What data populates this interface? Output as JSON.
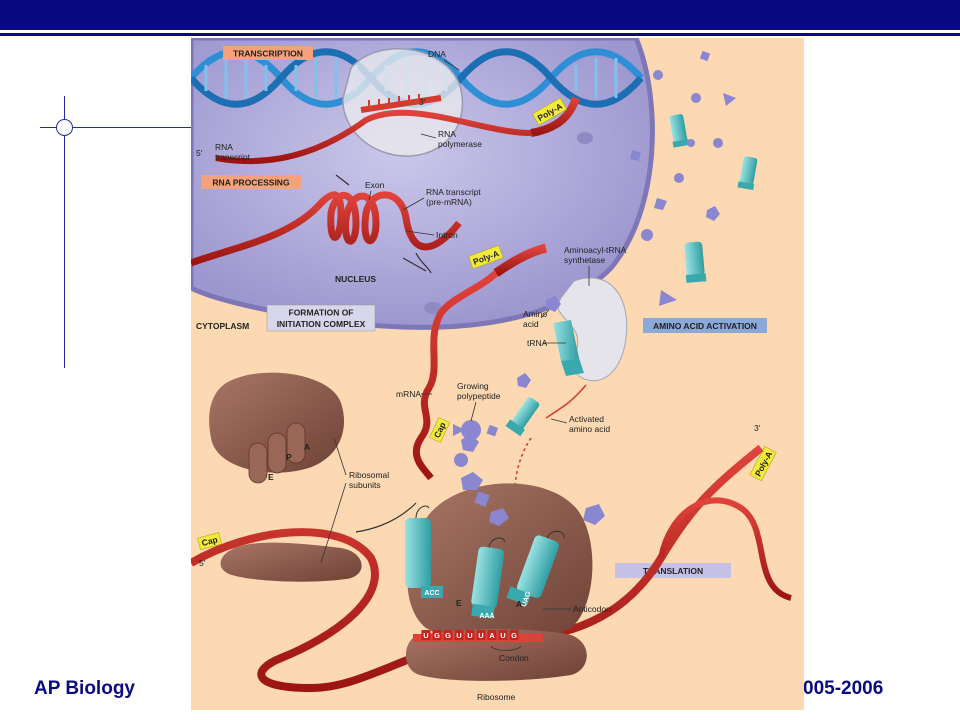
{
  "footer": {
    "left": "AP Biology",
    "right": "005-2006"
  },
  "diagram": {
    "section_labels": {
      "transcription": "TRANSCRIPTION",
      "rna_processing": "RNA PROCESSING",
      "formation_1": "FORMATION OF",
      "formation_2": "INITIATION COMPLEX",
      "amino_acid_activation": "AMINO ACID ACTIVATION",
      "translation": "TRANSLATION"
    },
    "labels": {
      "dna": "DNA",
      "three_prime_dna": "3′",
      "five_prime_top": "5′",
      "rna_transcript_1": "RNA",
      "rna_transcript_2": "transcript",
      "rna_polymerase_1": "RNA",
      "rna_polymerase_2": "polymerase",
      "exon": "Exon",
      "pre_mrna_1": "RNA transcript",
      "pre_mrna_2": "(pre-mRNA)",
      "intron": "Intron",
      "nucleus": "NUCLEUS",
      "cytoplasm": "CYTOPLASM",
      "synthetase_1": "Aminoacyl-tRNA",
      "synthetase_2": "synthetase",
      "amino_1": "Amino",
      "amino_2": "acid",
      "trna": "tRNA",
      "mrna": "mRNA",
      "growing_1": "Growing",
      "growing_2": "polypeptide",
      "activated_1": "Activated",
      "activated_2": "amino acid",
      "ribosomal_1": "Ribosomal",
      "ribosomal_2": "subunits",
      "site_a_small": "A",
      "site_p": "P",
      "site_e_small": "E",
      "site_e": "E",
      "site_a": "A",
      "three_prime_bottom": "3′",
      "five_prime_bottom": "5′",
      "anticodon": "Anticodon",
      "codon": "Condon",
      "ribosome": "Ribosome"
    },
    "tags": {
      "poly_a_1": "Poly-A",
      "poly_a_2": "Poly-A",
      "poly_a_3": "Poly-A",
      "cap_1": "Cap",
      "cap_2": "Cap"
    },
    "anticodons": {
      "left": "ACC",
      "middle": "AAA",
      "right": "UAG"
    },
    "codons": [
      "U",
      "G",
      "G",
      "U",
      "U",
      "U",
      "A",
      "U",
      "G"
    ],
    "colors": {
      "cytoplasm": "#fcd9b3",
      "nucleus": "#b7b2dc",
      "mrna": "#c8231d",
      "trna": "#5cc4c6",
      "ribosome": "#8a5a4c",
      "amino_acid": "#8a86cf",
      "tag": "#f2ea38"
    }
  }
}
